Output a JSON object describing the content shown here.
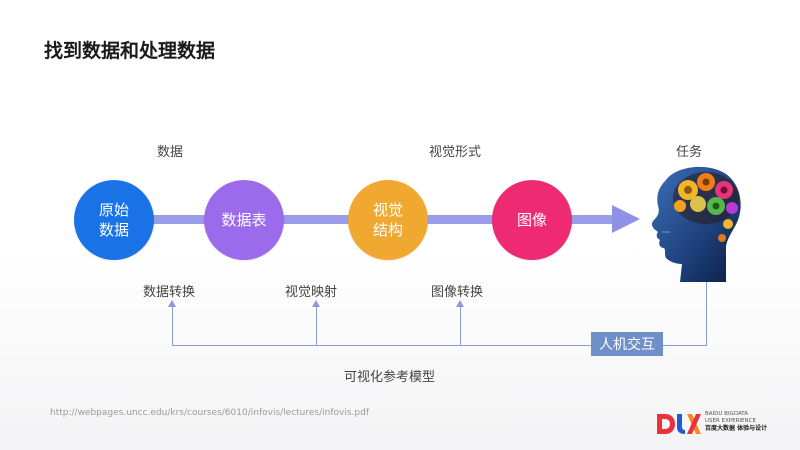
{
  "title": "找到数据和处理数据",
  "stage_labels": {
    "data": "数据",
    "visual_form": "视觉形式",
    "task": "任务"
  },
  "nodes": [
    {
      "lines": [
        "原始",
        "数据"
      ],
      "color": "#1a73e6"
    },
    {
      "lines": [
        "数据表"
      ],
      "color": "#9b6bec"
    },
    {
      "lines": [
        "视觉",
        "结构"
      ],
      "color": "#f0a830"
    },
    {
      "lines": [
        "图像"
      ],
      "color": "#ee2a72"
    }
  ],
  "transforms": {
    "data_transform": "数据转换",
    "visual_mapping": "视觉映射",
    "image_transform": "图像转换"
  },
  "interaction": "人机交互",
  "model_caption": "可视化参考模型",
  "source_url": "http://webpages.uncc.edu/krs/courses/6010/infovis/lectures/infovis.pdf",
  "logo": {
    "line1": "BAIDU BIGDATA",
    "line2": "USER EXPERIENCE",
    "line3": "百度大数据 体验与设计"
  }
}
